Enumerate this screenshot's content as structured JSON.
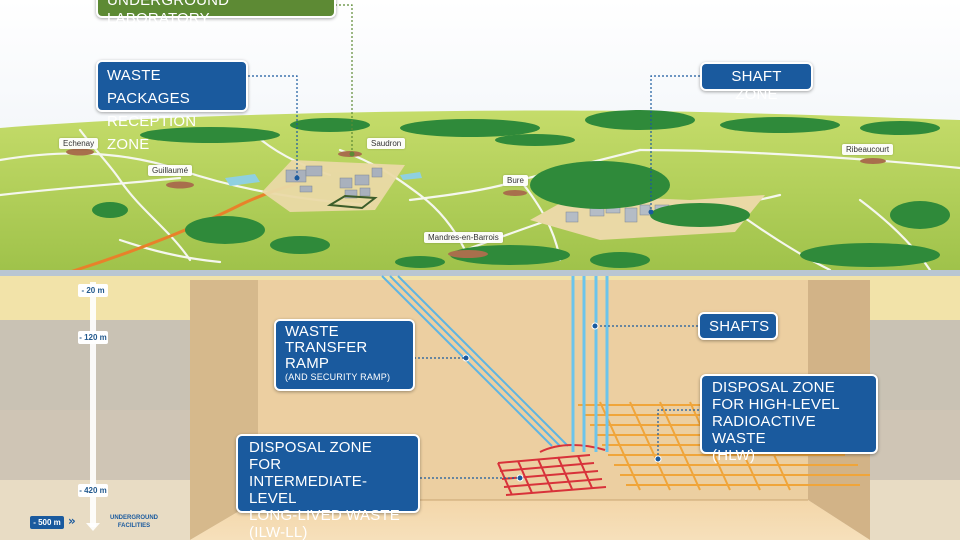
{
  "callouts": {
    "underground_laboratory": "UNDERGROUND LABORATORY",
    "waste_packages_line1": "WASTE PACKAGES",
    "waste_packages_line2": "RECEPTION ZONE",
    "shaft_zone": "SHAFT ZONE",
    "shafts": "SHAFTS",
    "ramp_line1": "WASTE",
    "ramp_line2": "TRANSFER",
    "ramp_line3": "RAMP",
    "ramp_sub": "(AND SECURITY RAMP)",
    "hlw_line1": "DISPOSAL ZONE",
    "hlw_line2": "FOR HIGH-LEVEL",
    "hlw_line3": "RADIOACTIVE WASTE",
    "hlw_line4": "(HLW)",
    "ilw_line1": "DISPOSAL ZONE FOR",
    "ilw_line2": "INTERMEDIATE-LEVEL",
    "ilw_line3": "LONG-LIVED WASTE",
    "ilw_line4": "(ILW-LL)"
  },
  "towns": {
    "echenay": "Echenay",
    "guillaume": "Guillaumé",
    "saudron": "Saudron",
    "bure": "Bure",
    "mandres": "Mandres-en-Barrois",
    "ribeaucourt": "Ribeaucourt"
  },
  "depths": {
    "d20": "- 20 m",
    "d120": "- 120 m",
    "d420": "- 420 m"
  },
  "legend": {
    "depth": "- 500 m",
    "arrows": "»",
    "label_line1": "UNDERGROUND",
    "label_line2": "FACILITIES"
  },
  "colors": {
    "callout_blue": "#1a5a9e",
    "callout_green": "#5d8a34",
    "ilw_red": "#d8323a",
    "hlw_orange": "#f0a53a",
    "shaft_blue": "#6cc4ec"
  }
}
